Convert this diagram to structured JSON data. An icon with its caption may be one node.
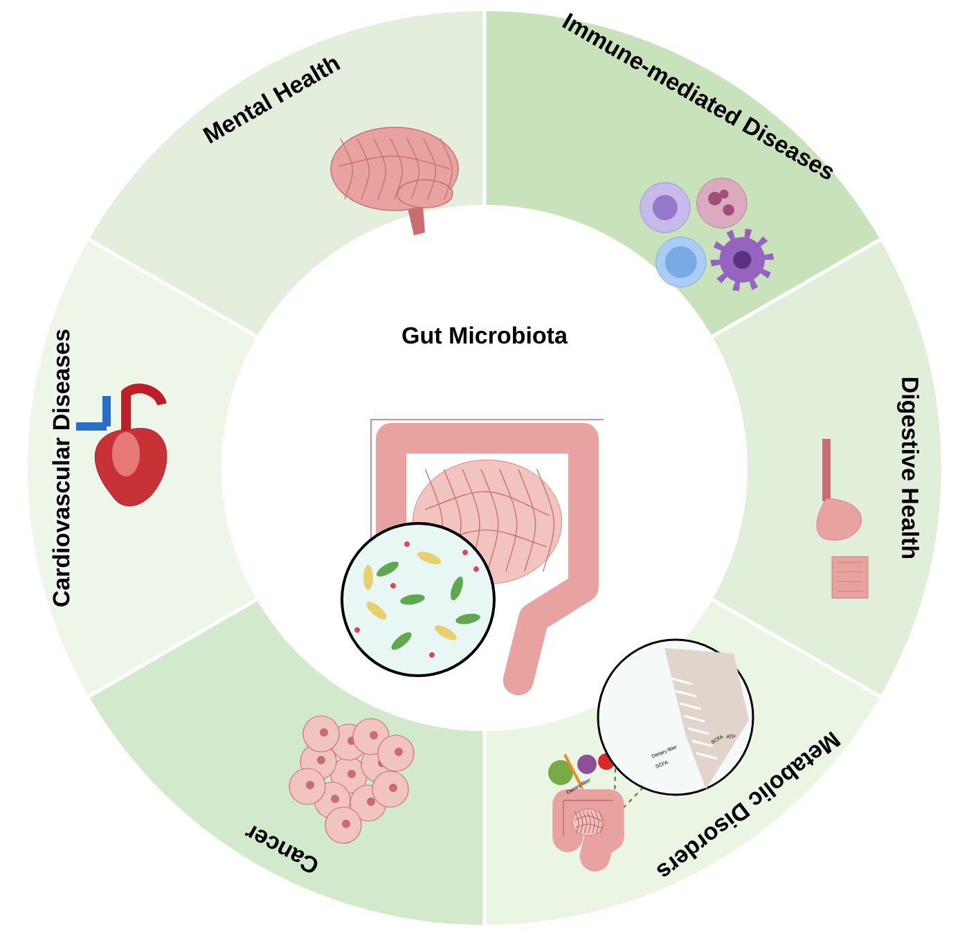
{
  "diagram": {
    "nodes": [
      {
        "text": [
          "Gut Microbiota"
        ]
      },
      {
        "text": [
          "Mental Health"
        ]
      },
      {
        "text": [
          "Immune-mediated Diseases"
        ]
      },
      {
        "text": [
          "Digestive Health"
        ]
      },
      {
        "text": [
          "Metabolic Disorders"
        ]
      },
      {
        "text": [
          "Cancer"
        ]
      },
      {
        "text": [
          "Cardiovascular Diseases"
        ]
      }
    ],
    "labels": [
      "Dietary fiber",
      "Dietary fiber",
      "SCFA",
      "SCFA",
      "ATP"
    ]
  }
}
